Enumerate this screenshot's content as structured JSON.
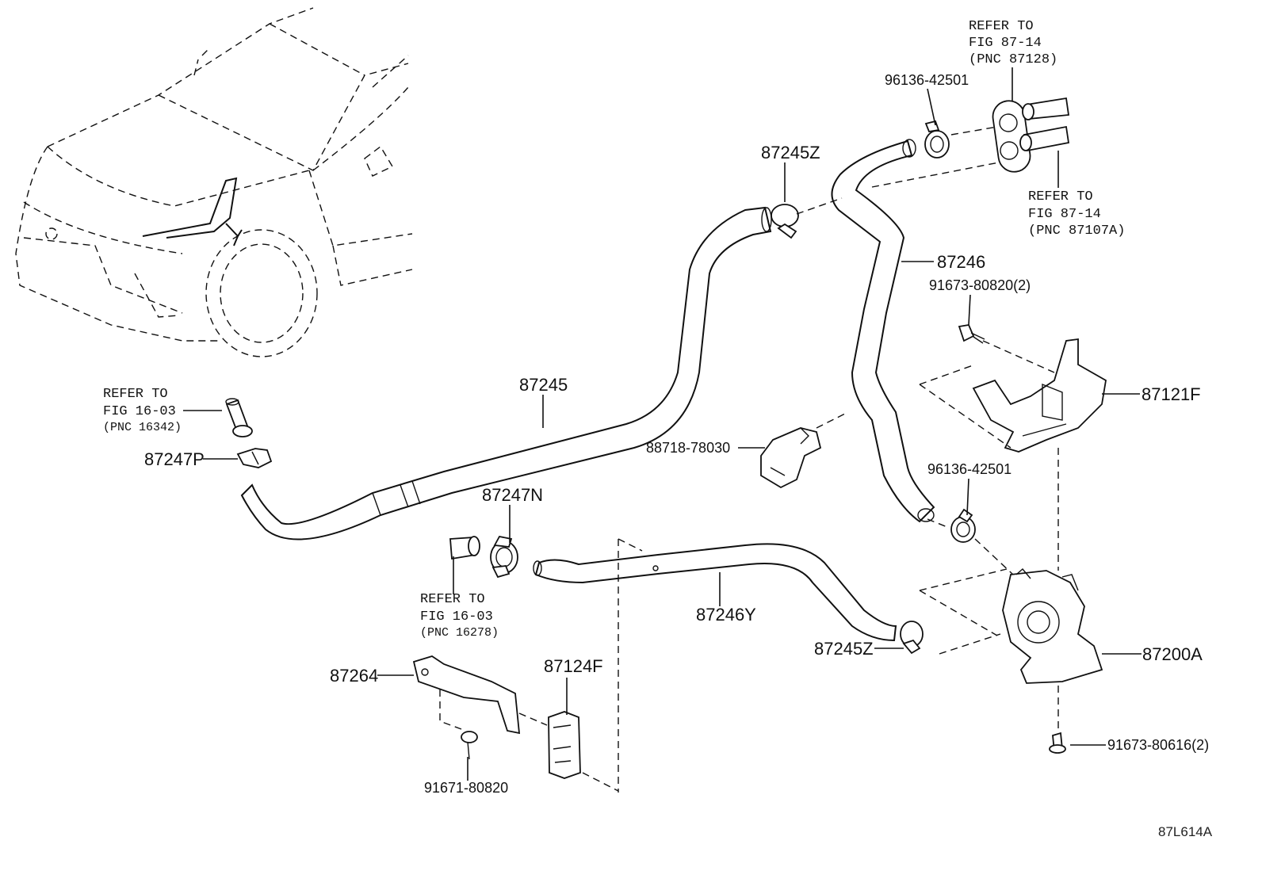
{
  "labels": {
    "p87245": "87245",
    "p87245z_top": "87245Z",
    "p87245z_bottom": "87245Z",
    "p87246": "87246",
    "p87246y": "87246Y",
    "p87247p": "87247P",
    "p87247n": "87247N",
    "p87121f": "87121F",
    "p87200a": "87200A",
    "p87264": "87264",
    "p87124f": "87124F",
    "p88718": "88718-78030",
    "p96136_top": "96136-42501",
    "p96136_mid": "96136-42501",
    "p91673_80820": "91673-80820(2)",
    "p91673_80616": "91673-80616(2)",
    "p91671_80820": "91671-80820"
  },
  "refs": {
    "ref_top_1": {
      "l1": "REFER TO",
      "l2": "FIG 87-14",
      "l3": "(PNC 87128)"
    },
    "ref_top_2": {
      "l1": "REFER TO",
      "l2": "FIG 87-14",
      "l3": "(PNC 87107A)"
    },
    "ref_left": {
      "l1": "REFER TO",
      "l2": "FIG 16-03",
      "l3": "(PNC 16342)"
    },
    "ref_bottom": {
      "l1": "REFER TO",
      "l2": "FIG 16-03",
      "l3": "(PNC 16278)"
    }
  },
  "figure_code": "87L614A"
}
